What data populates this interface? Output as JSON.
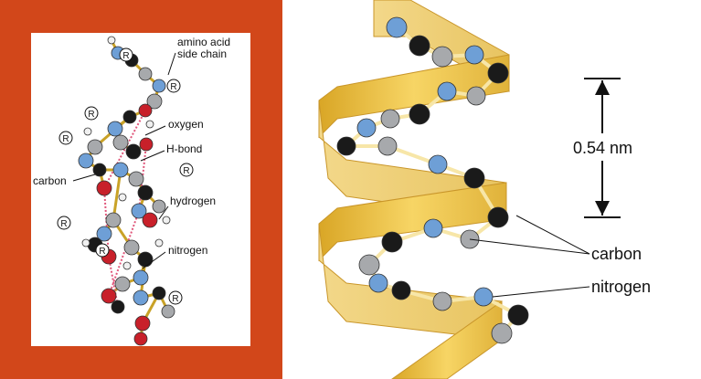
{
  "left": {
    "labels": {
      "side_chain_line1": "amino acid",
      "side_chain_line2": "side chain",
      "oxygen": "oxygen",
      "hbond": "H-bond",
      "carbon": "carbon",
      "hydrogen": "hydrogen",
      "nitrogen": "nitrogen"
    },
    "r_group": "R"
  },
  "right": {
    "labels": {
      "pitch": "0.54 nm",
      "carbon": "carbon",
      "nitrogen": "nitrogen"
    }
  },
  "colors": {
    "frame": "#d2471a",
    "ribbon": "#f2c94a",
    "carbon": "#1a1a1a",
    "nitrogen": "#6e9fd6",
    "oxygen": "#c8202a",
    "alpha_carbon": "#a7a9ac",
    "hydrogen": "#f0f0f0",
    "hbond": "#e0567a"
  }
}
